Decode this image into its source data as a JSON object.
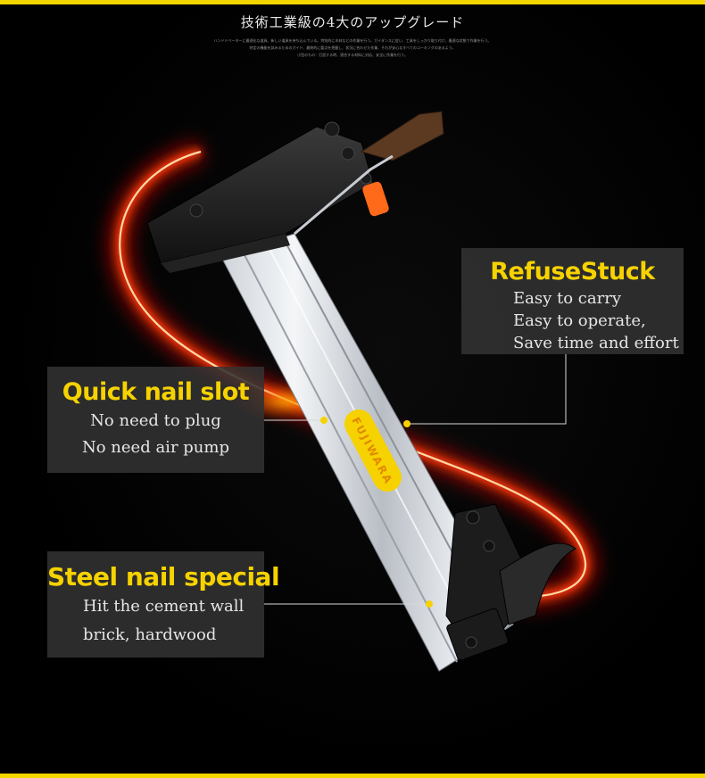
{
  "header": {
    "title": "技術工業級の4大のアップグレード",
    "intro_lines": [
      "ハンドドベーターに最適化な道具、新しい道具を持ち込んでいる。特別的に木材などの作業を行う。ガイダンスに従い、工具をしっかり取り付け、最適な状態で作業を行う。",
      "特定の機能を試みるためのガイド、最終的に要点を把握し、状況に合わせた作業、それが安心なすべてのコーキングのあるよう。",
      "小型のもの：打設する時、適合する材料に対応、安全に作業を行う。"
    ]
  },
  "product": {
    "brand": "FUJIWARA",
    "name": "nail gun"
  },
  "callouts": {
    "refuse": {
      "title": "RefuseStuck",
      "lines": [
        "Easy to carry",
        "Easy to operate,",
        "Save time and effort"
      ]
    },
    "quick": {
      "title": "Quick nail slot",
      "lines": [
        "No need to plug",
        "No need air pump"
      ]
    },
    "steel": {
      "title": "Steel nail special",
      "lines": [
        "Hit the cement wall",
        "brick, hardwood"
      ]
    }
  },
  "colors": {
    "accent": "#f6d200",
    "background": "#000000",
    "panel": "#323232",
    "swoosh": "#ff2a00"
  }
}
